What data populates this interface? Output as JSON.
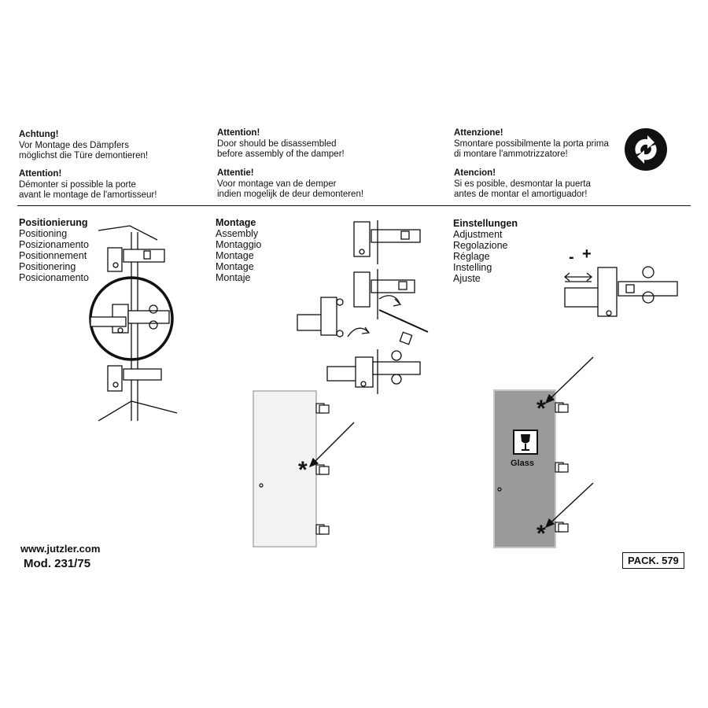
{
  "notices": {
    "de": {
      "title": "Achtung!",
      "lines": [
        "Vor Montage des Dämpfers",
        "möglichst die Türe demontieren!"
      ]
    },
    "fr": {
      "title": "Attention!",
      "lines": [
        "Démonter si possible la porte",
        "avant le montage de l'amortisseur!"
      ]
    },
    "en": {
      "title": "Attention!",
      "lines": [
        "Door should be disassembled",
        "before assembly of the damper!"
      ]
    },
    "nl": {
      "title": "Attentie!",
      "lines": [
        "Voor montage van de demper",
        "indien mogelijk de deur demonteren!"
      ]
    },
    "it": {
      "title": "Attenzione!",
      "lines": [
        "Smontare possibilmente la porta prima",
        "di montare l'ammotrizzatore!"
      ]
    },
    "es": {
      "title": "Atencion!",
      "lines": [
        "Si es posible, desmontar la puerta",
        "antes de montar el amortiguador!"
      ]
    }
  },
  "sections": {
    "positioning": {
      "title": "Positionierung",
      "lines": [
        "Positioning",
        "Posizionamento",
        "Positionnement",
        "Positionering",
        "Posicionamento"
      ]
    },
    "assembly": {
      "title": "Montage",
      "lines": [
        "Assembly",
        "Montaggio",
        "Montage",
        "Montage",
        "Montaje"
      ]
    },
    "adjustment": {
      "title": "Einstellungen",
      "lines": [
        "Adjustment",
        "Regolazione",
        "Réglage",
        "Instelling",
        "Ajuste"
      ]
    }
  },
  "adjust_signs": {
    "minus": "-",
    "plus": "+"
  },
  "door_marker": "*",
  "glass_label": "Glass",
  "icons": [
    "recycling-icon",
    "fragile-glass-icon"
  ],
  "footer": {
    "url": "www.jutzler.com",
    "model": "Mod. 231/75",
    "pack": "PACK. 579"
  },
  "colors": {
    "glass_door": "#9a9a9a",
    "plain_door": "#f2f2f2",
    "ink": "#111111"
  }
}
